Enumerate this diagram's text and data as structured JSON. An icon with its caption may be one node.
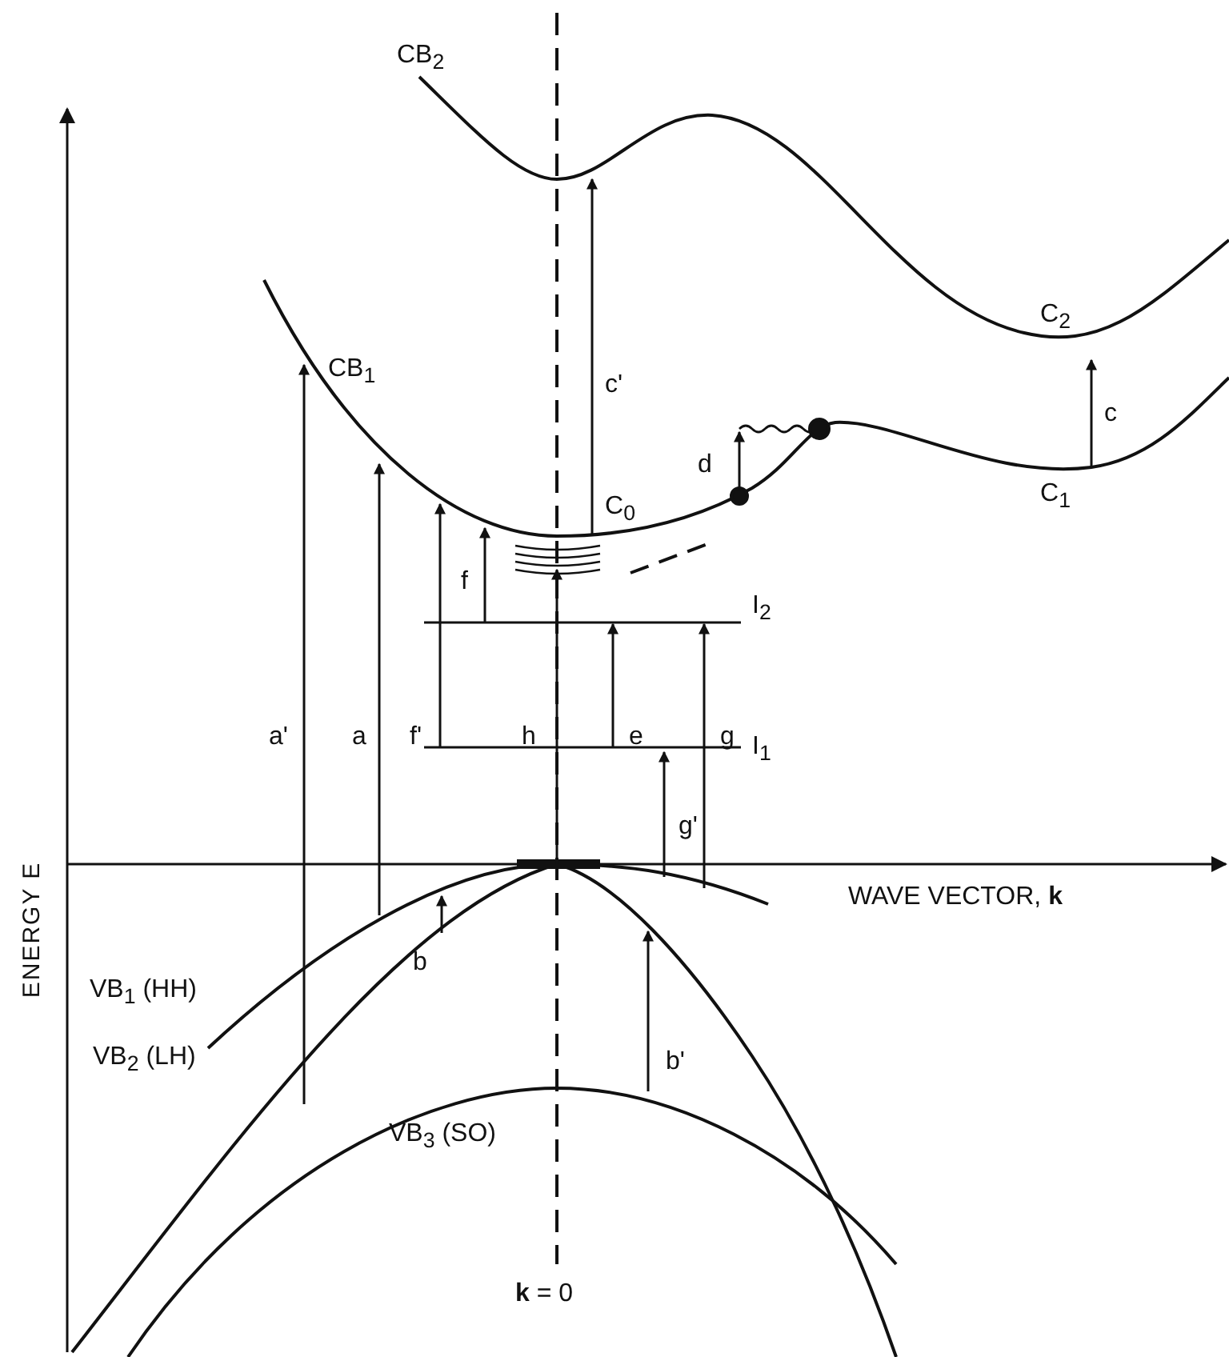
{
  "diagram": {
    "labels": [
      "CB$_{2}$",
      "CB$_{1}$",
      "c'",
      "C$_{2}$",
      "c",
      "d",
      "C$_{1}$",
      "C$_{0}$",
      "f",
      "I$_{2}$",
      "a'",
      "a",
      "f'",
      "h",
      "e",
      "g",
      "I$_{1}$",
      "ENERGY E",
      "g'",
      "WAVE VECTOR, **k**",
      "VB$_{1}$ (HH)",
      "b",
      "VB$_{2}$ (LH)",
      "b'",
      "VB$_{3}$ (SO)",
      "**k** = 0"
    ]
  }
}
